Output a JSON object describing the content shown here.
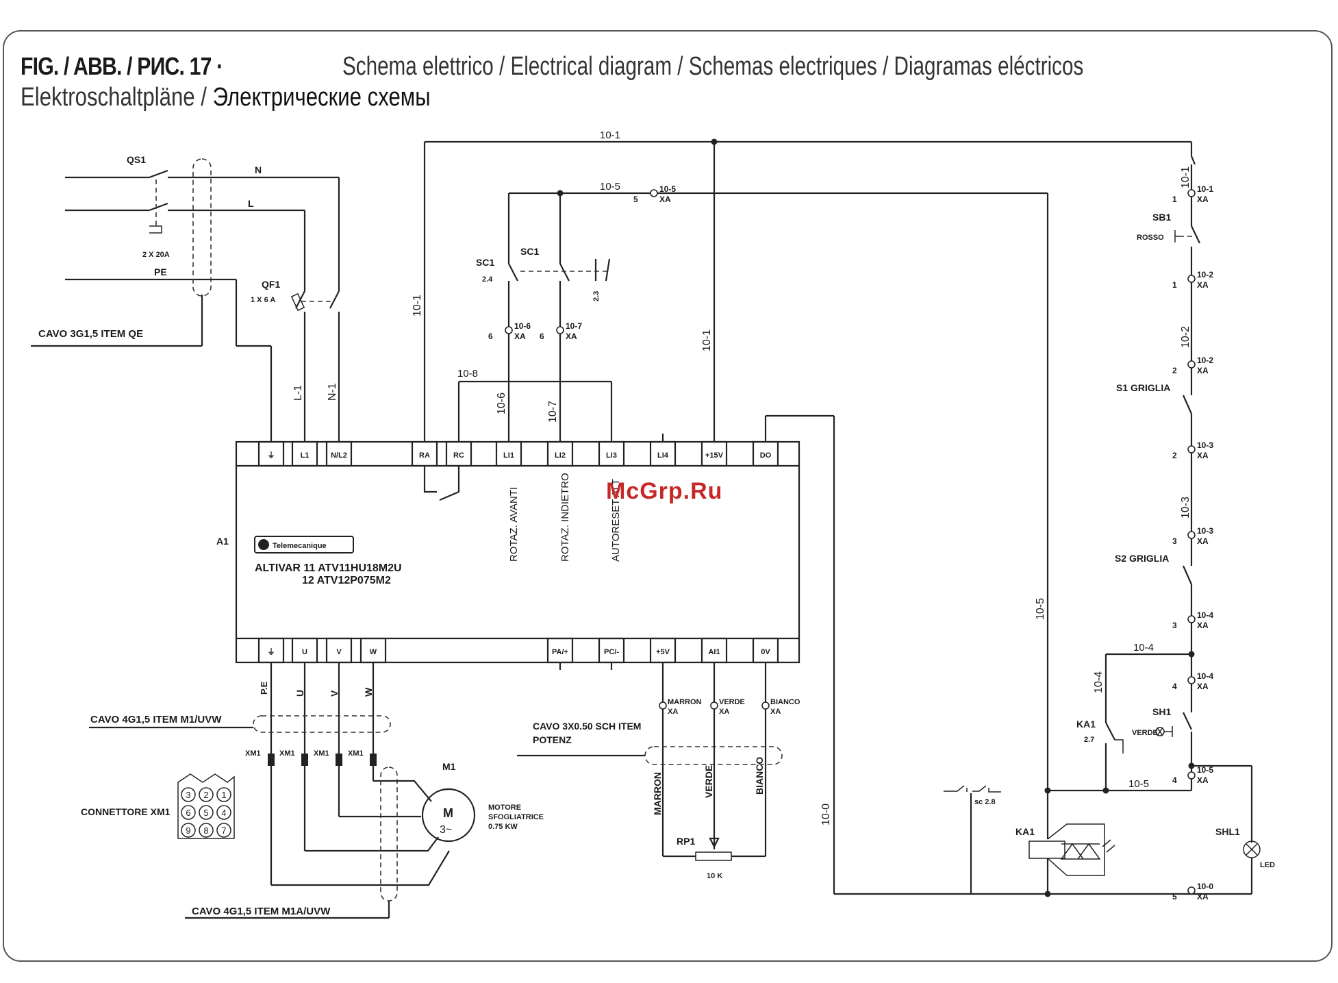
{
  "header": {
    "fig_number": "FIG. / ABB. / РИС. 17 ·",
    "title_line1": "Schema elettrico / Electrical diagram / Schemas electriques / Diagramas eléctricos",
    "title_line2_a": "Elektroschaltpläne /",
    "title_line2_b": "Электрические схемы"
  },
  "watermark": "McGrp.Ru",
  "supply": {
    "qs1": "QS1",
    "qs1_rating": "2 X 20A",
    "n": "N",
    "l": "L",
    "pe": "PE",
    "qf1": "QF1",
    "qf1_rating": "1 X 6 A",
    "cable_qe": "CAVO 3G1,5 ITEM QE",
    "l1_wire": "L-1",
    "n1_wire": "N-1"
  },
  "wires": {
    "w10_1": "10-1",
    "w10_5": "10-5",
    "w10_8": "10-8",
    "w10_6": "10-6",
    "w10_7": "10-7",
    "w10_2": "10-2",
    "w10_3": "10-3",
    "w10_4": "10-4",
    "w10_0": "10-0"
  },
  "terminals": {
    "t10_1": "10-1",
    "t10_2a": "10-2",
    "t10_2b": "10-2",
    "t10_3a": "10-3",
    "t10_3b": "10-3",
    "t10_4a": "10-4",
    "t10_4b": "10-4",
    "t10_5a": "10-5",
    "t10_5b": "10-5",
    "t10_6": "10-6",
    "t10_7": "10-7",
    "t10_0": "10-0",
    "xa": "XA",
    "p1_1": "1",
    "p1_2": "1",
    "p2_2": "2",
    "p2_1": "2",
    "p3_1": "3",
    "p3_2": "3",
    "p4_2": "4",
    "p4_1": "4",
    "p5_1": "5",
    "p5_2": "5",
    "p6_1": "6",
    "p6_2": "6"
  },
  "components": {
    "sc1_a": "SC1",
    "sc1_a_ref": "2.4",
    "sc1_b": "SC1",
    "sc1_b_ref": "2.3",
    "sb1": "SB1",
    "sb1_color": "ROSSO",
    "s1": "S1 GRIGLIA",
    "s2": "S2 GRIGLIA",
    "ka1_contact": "KA1",
    "ka1_ref": "2.7",
    "sh1": "SH1",
    "sh1_color": "VERDE",
    "ka1_coil": "KA1",
    "shl1": "SHL1",
    "led": "LED",
    "sc_ref": "sc 2.8",
    "rp1": "RP1",
    "rp1_value": "10 K",
    "m1": "M1",
    "m_letter": "M",
    "m_phase": "3~",
    "motor_line1": "MOTORE",
    "motor_line2": "SFOGLIATRICE",
    "motor_line3": "0.75 KW",
    "connector": "CONNETTORE XM1",
    "connector_pins": [
      "3",
      "2",
      "1",
      "6",
      "5",
      "4",
      "9",
      "8",
      "7"
    ]
  },
  "drive": {
    "a1": "A1",
    "brand": "Telemecanique",
    "model_line1": "ALTIVAR  11  ATV11HU18M2U",
    "model_line2": "12  ATV12P075M2",
    "top_terminals": [
      "⏚",
      "L1",
      "N/L2",
      "RA",
      "RC",
      "LI1",
      "LI2",
      "LI3",
      "LI4",
      "+15V",
      "DO"
    ],
    "bottom_terminals": [
      "⏚",
      "U",
      "V",
      "W",
      "PA/+",
      "PC/-",
      "+5V",
      "AI1",
      "0V"
    ],
    "func_li1": "ROTAZ. AVANTI",
    "func_li2": "ROTAZ. INDIETRO",
    "func_li3": "AUTORESET ALT"
  },
  "motor_wiring": {
    "pe": "P.E",
    "u": "U",
    "v": "V",
    "w": "W",
    "xm1_1": "XM1",
    "xm1_2": "XM1",
    "xm1_3": "XM1",
    "xm1_4": "XM1",
    "cable_m1": "CAVO 4G1,5 ITEM M1/UVW",
    "cable_m1a": "CAVO 4G1,5 ITEM M1A/UVW"
  },
  "pot_wiring": {
    "marron": "MARRON",
    "verde": "VERDE",
    "bianco": "BIANCO",
    "marron_v": "MARRON",
    "verde_v": "VERDE",
    "bianco_v": "BIANCO",
    "cable_line1": "CAVO 3X0.50 SCH ITEM",
    "cable_line2": "POTENZ"
  }
}
